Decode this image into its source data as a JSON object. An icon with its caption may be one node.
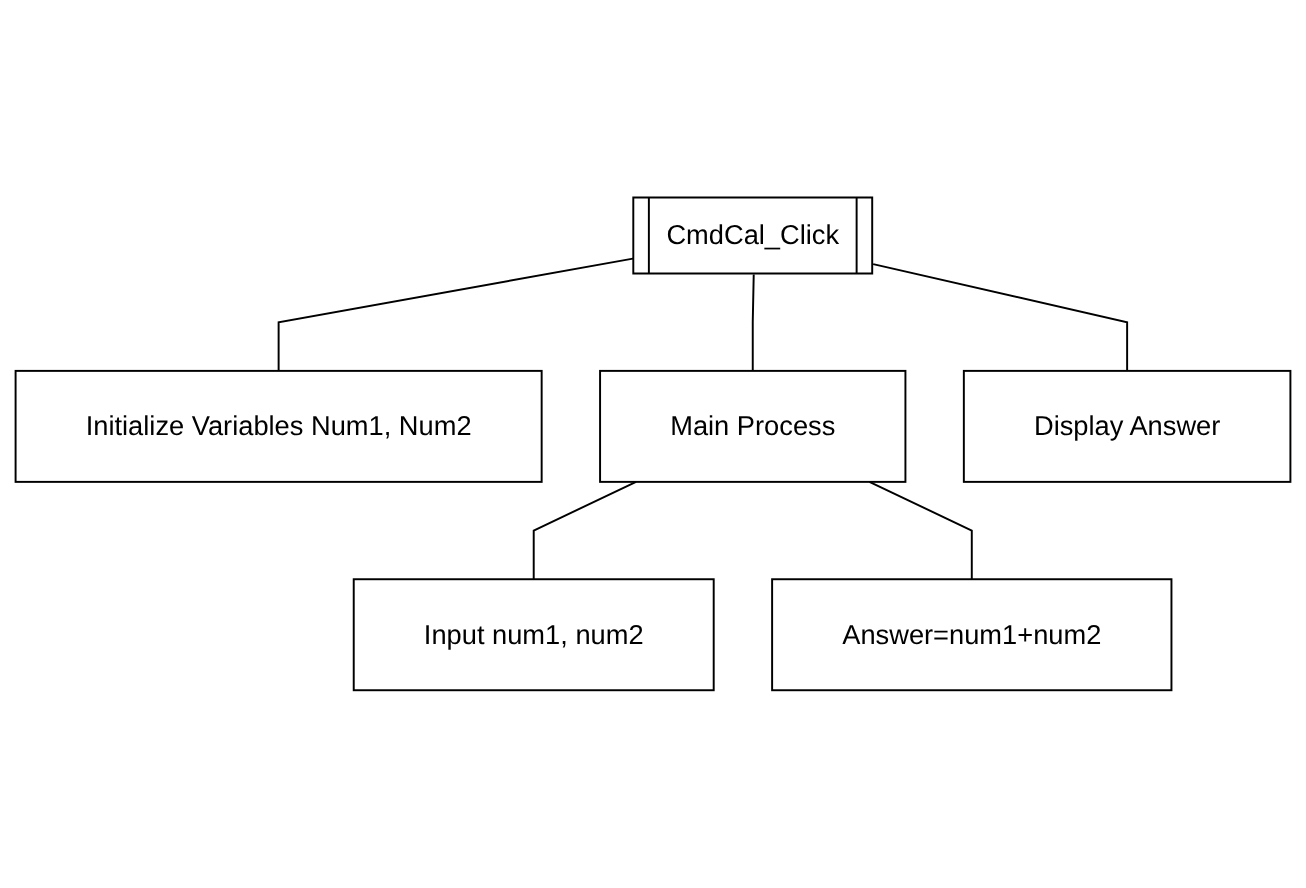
{
  "diagram": {
    "nodes": [
      {
        "text": [
          "CmdCal_Click"
        ]
      },
      {
        "text": [
          "Initialize Variables Num1, Num2"
        ]
      },
      {
        "text": [
          "Main Process"
        ]
      },
      {
        "text": [
          "Display Answer"
        ]
      },
      {
        "text": [
          "Input num1, num2"
        ]
      },
      {
        "text": [
          "Answer=num1+num2"
        ]
      }
    ],
    "edges": [
      {
        "from": 0,
        "to": 1,
        "arrow": "none"
      },
      {
        "from": 0,
        "to": 2,
        "arrow": "none"
      },
      {
        "from": 0,
        "to": 3,
        "arrow": "none"
      },
      {
        "from": 2,
        "to": 4,
        "arrow": "none"
      },
      {
        "from": 2,
        "to": 5,
        "arrow": "none"
      }
    ]
  }
}
